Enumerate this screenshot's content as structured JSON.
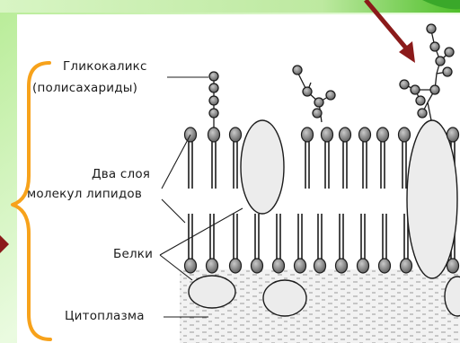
{
  "labels": {
    "glycocalyx_line1": "Гликокаликс",
    "glycocalyx_line2": "(полисахариды)",
    "bilayer_line1": "Два слоя",
    "bilayer_line2": "молекул липидов",
    "proteins": "Белки",
    "cytoplasm": "Цитоплазма"
  },
  "colors": {
    "background_gradient": [
      "#7ed957",
      "#eafbe0"
    ],
    "panel": "#ffffff",
    "bracket": "#f7a21b",
    "arrow": "#8b1a1a",
    "ink": "#1c1c1c",
    "lipid_head": "#8a8a8a",
    "protein_fill": "#ececec"
  },
  "icons": {
    "bracket": "curly-brace",
    "pointer": "arrow"
  }
}
